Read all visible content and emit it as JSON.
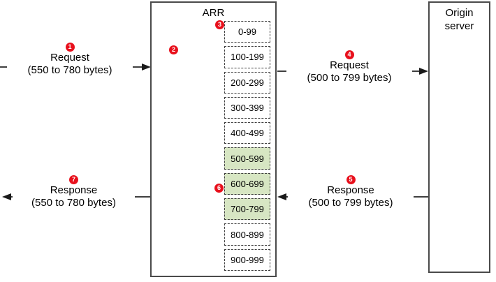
{
  "arr": {
    "title": "ARR"
  },
  "origin": {
    "title_line1": "Origin",
    "title_line2": "server"
  },
  "cells": [
    {
      "label": "0-99",
      "cached": false
    },
    {
      "label": "100-199",
      "cached": false
    },
    {
      "label": "200-299",
      "cached": false
    },
    {
      "label": "300-399",
      "cached": false
    },
    {
      "label": "400-499",
      "cached": false
    },
    {
      "label": "500-599",
      "cached": true
    },
    {
      "label": "600-699",
      "cached": true
    },
    {
      "label": "700-799",
      "cached": true
    },
    {
      "label": "800-899",
      "cached": false
    },
    {
      "label": "900-999",
      "cached": false
    }
  ],
  "arrows": [
    {
      "step": "1",
      "label": "Request",
      "detail": "(550 to 780 bytes)",
      "direction": "right"
    },
    {
      "step": "4",
      "label": "Request",
      "detail": "(500 to 799 bytes)",
      "direction": "right"
    },
    {
      "step": "5",
      "label": "Response",
      "detail": "(500 to 799 bytes)",
      "direction": "left"
    },
    {
      "step": "7",
      "label": "Response",
      "detail": "(550 to 780 bytes)",
      "direction": "left"
    }
  ],
  "markers": {
    "step2": "2",
    "step3": "3",
    "step6": "6"
  },
  "colors": {
    "cached_fill": "#d7e6c3",
    "badge_red": "#e8101c",
    "line": "#3f3f3f"
  }
}
